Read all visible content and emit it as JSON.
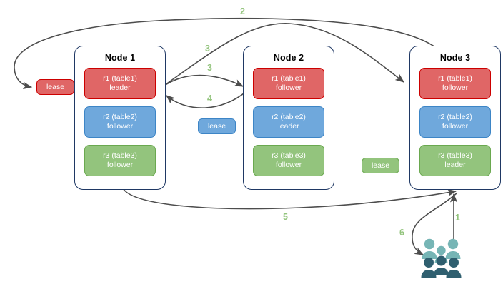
{
  "diagram": {
    "title": "Distributed database lease and replica diagram",
    "colors": {
      "red_fill": "#e06666",
      "red_border": "#cc0000",
      "blue_fill": "#6fa8dc",
      "blue_border": "#3d85c6",
      "green_fill": "#93c47d",
      "green_border": "#6aa84f",
      "node_border": "#1f3864",
      "arrow": "#4d4d4d",
      "label_green": "#93c47d",
      "user_light": "#76b5b5",
      "user_dark": "#2f5f6f"
    }
  },
  "nodes": [
    {
      "title": "Node 1",
      "replicas": [
        {
          "name": "r1 (table1)",
          "role": "leader",
          "color": "red"
        },
        {
          "name": "r2 (table2)",
          "role": "follower",
          "color": "blue"
        },
        {
          "name": "r3 (table3)",
          "role": "follower",
          "color": "green"
        }
      ]
    },
    {
      "title": "Node 2",
      "replicas": [
        {
          "name": "r1 (table1)",
          "role": "follower",
          "color": "red"
        },
        {
          "name": "r2 (table2)",
          "role": "leader",
          "color": "blue"
        },
        {
          "name": "r3 (table3)",
          "role": "follower",
          "color": "green"
        }
      ]
    },
    {
      "title": "Node 3",
      "replicas": [
        {
          "name": "r1 (table1)",
          "role": "follower",
          "color": "red"
        },
        {
          "name": "r2 (table2)",
          "role": "follower",
          "color": "blue"
        },
        {
          "name": "r3 (table3)",
          "role": "leader",
          "color": "green"
        }
      ]
    }
  ],
  "leases": [
    {
      "label": "lease",
      "color": "red"
    },
    {
      "label": "lease",
      "color": "blue"
    },
    {
      "label": "lease",
      "color": "green"
    }
  ],
  "steps": [
    {
      "label": "1"
    },
    {
      "label": "2"
    },
    {
      "label": "3"
    },
    {
      "label": "3"
    },
    {
      "label": "4"
    },
    {
      "label": "5"
    },
    {
      "label": "6"
    }
  ],
  "icons": {
    "users": "users-icon"
  }
}
